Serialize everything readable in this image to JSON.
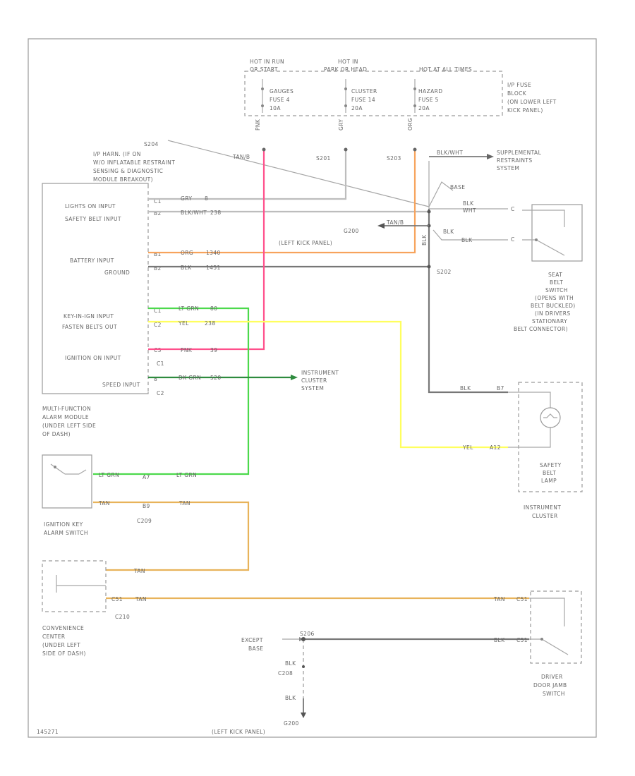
{
  "colors": {
    "pink": "#ff4f8b",
    "orange": "#f7a35c",
    "gray": "#8a8a8a",
    "light_gray": "#bdbdbd",
    "lt_green": "#4cd94c",
    "dk_green": "#2e8b3e",
    "yellow": "#ffff5e",
    "tan": "#e8b35a",
    "black": "#555555"
  },
  "fuse_block": {
    "col1_l1": "HOT IN RUN",
    "col1_l2": "OR START",
    "col2_l1": "HOT IN",
    "col2_l2": "PARK OR HEAD",
    "col3_l1": "HOT AT ALL TIMES",
    "fuse1_l1": "GAUGES",
    "fuse1_l2": "FUSE 4",
    "fuse1_l3": "10A",
    "fuse2_l1": "CLUSTER",
    "fuse2_l2": "FUSE 14",
    "fuse2_l3": "20A",
    "fuse3_l1": "HAZARD",
    "fuse3_l2": "FUSE 5",
    "fuse3_l3": "20A",
    "title_l1": "I/P FUSE",
    "title_l2": "BLOCK",
    "title_l3": "(ON LOWER LEFT",
    "title_l4": "KICK PANEL)",
    "wire1": "PNK",
    "wire2": "GRY",
    "wire3": "ORG"
  },
  "splices": {
    "s201": "S201",
    "s202": "S202",
    "s203": "S203",
    "s204": "S204",
    "g200": "G200",
    "g200_loc": "(LEFT KICK PANEL)",
    "g200b": "G200",
    "g200b_loc": "(LEFT KICK PANEL)",
    "s202b": "S202"
  },
  "sdm": {
    "l1": "I/P HARN. (IF ON",
    "l2": "W/O INFLATABLE RESTRAINT",
    "l3": "SENSING & DIAGNOSTIC",
    "l4": "MODULE BREAKOUT)",
    "wire_label": "TAN/B"
  },
  "srs": {
    "wire": "BLK/WHT",
    "l1": "SUPPLEMENTAL",
    "l2": "RESTRAINTS",
    "l3": "SYSTEM",
    "base": "BASE"
  },
  "module": {
    "lights_on": "LIGHTS ON INPUT",
    "seat_belt": "SAFETY BELT INPUT",
    "battery": "BATTERY INPUT",
    "ground": "GROUND",
    "key_in": "KEY-IN-IGN INPUT",
    "fasten": "FASTEN BELTS OUT",
    "ignition": "IGNITION ON INPUT",
    "speed": "SPEED INPUT",
    "c1": "C1",
    "c2": "C2",
    "title_l1": "MULTI-FUNCTION",
    "title_l2": "ALARM MODULE",
    "title_l3": "(UNDER LEFT SIDE",
    "title_l4": "OF DASH)"
  },
  "pins": {
    "p1": "C1",
    "p2": "B2",
    "p3": "B1",
    "p4": "B2",
    "p5": "C1",
    "p6": "C2",
    "p7": "C3",
    "p8": "8"
  },
  "wires": {
    "w1": "GRY",
    "w1n": "8",
    "w2": "BLK/WHT",
    "w2n": "238",
    "w3": "ORG",
    "w3n": "1340",
    "w4": "BLK",
    "w4n": "1451",
    "w5": "LT GRN",
    "w5n": "80",
    "w6": "YEL",
    "w6n": "238",
    "w7": "PNK",
    "w7n": "39",
    "w8": "DK GRN",
    "w8n": "520"
  },
  "seat_belt_switch": {
    "w_a": "BLK",
    "w_a2": "WHT",
    "w_b": "BLK",
    "w_b2": "BLK",
    "c": "C",
    "c2": "C",
    "l1": "SEAT",
    "l2": "BELT",
    "l3": "SWITCH",
    "l4": "(OPENS WITH",
    "l5": "BELT BUCKLED)",
    "l6": "(IN DRIVERS",
    "l7": "STATIONARY",
    "l8": "BELT CONNECTOR)",
    "blk_vert": "BLK"
  },
  "cluster": {
    "ic_l1": "INSTRUMENT",
    "ic_l2": "CLUSTER",
    "ic_l3": "SYSTEM",
    "blk": "BLK",
    "pin_b": "B7",
    "yel": "YEL",
    "pin_a": "A12",
    "lamp_l1": "SAFETY",
    "lamp_l2": "BELT",
    "lamp_l3": "LAMP",
    "title_l1": "INSTRUMENT",
    "title_l2": "CLUSTER"
  },
  "key_switch": {
    "ltgrn1": "LT GRN",
    "ltgrn2": "LT GRN",
    "tan1": "TAN",
    "tan2": "TAN",
    "pin1": "A7",
    "pin2": "B9",
    "conn": "C209",
    "l1": "IGNITION KEY",
    "l2": "ALARM SWITCH"
  },
  "convenience": {
    "tan1": "TAN",
    "tan2": "TAN",
    "pin": "C51",
    "conn": "C210",
    "l1": "CONVENIENCE",
    "l2": "CENTER",
    "l3": "(UNDER LEFT",
    "l4": "SIDE OF DASH)"
  },
  "door_switch": {
    "tan": "TAN",
    "blk": "BLK",
    "except": "EXCEPT",
    "base": "BASE",
    "blk_v1": "BLK",
    "conn": "C208",
    "blk_v2": "BLK",
    "l1": "DRIVER",
    "l2": "DOOR JAMB",
    "l3": "SWITCH",
    "splice": "S206"
  },
  "footer": {
    "code": "145271"
  }
}
